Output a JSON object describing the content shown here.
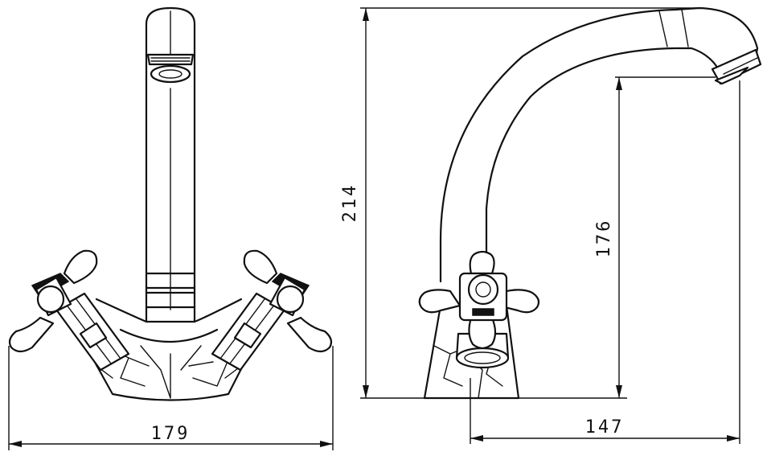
{
  "dimensions": {
    "overall_width": "179",
    "overall_height": "214",
    "spout_height": "176",
    "spout_reach": "147"
  }
}
